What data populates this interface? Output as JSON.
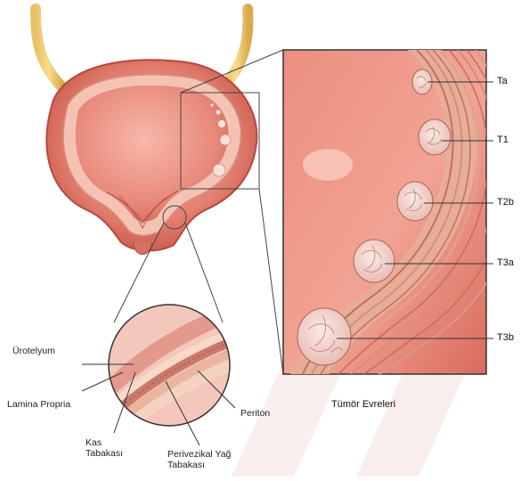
{
  "diagram": {
    "caption": "Tümör Evreleri",
    "stage_labels": [
      "Ta",
      "T1",
      "T2b",
      "T3a",
      "T3b"
    ],
    "layer_labels": {
      "urothelium": "Ürotelyum",
      "lamina_propria": "Lamina Propria",
      "muscle_line1": "Kas",
      "muscle_line2": "Tabakası",
      "perivesical_line1": "Perivezikal Yağ",
      "perivesical_line2": "Tabakası",
      "peritoneum": "Periton"
    },
    "colors": {
      "tissue_outer": "#c9544a",
      "tissue_inner": "#f3a294",
      "lumen": "#e98a7b",
      "tumor": "#f6d7d2",
      "wall_stripe": "#e7b09c",
      "line": "#444444"
    }
  }
}
